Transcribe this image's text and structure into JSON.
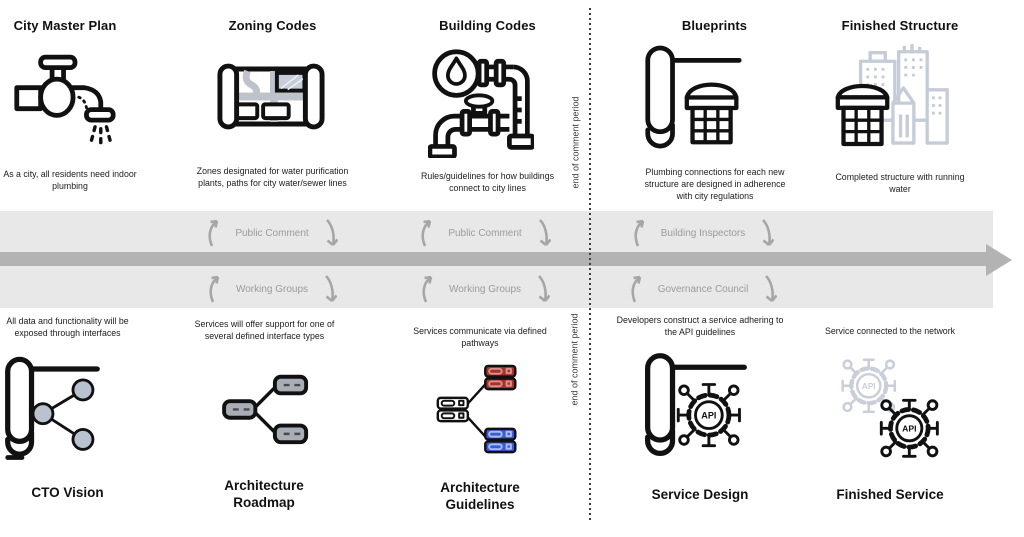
{
  "top_row": [
    {
      "title": "City Master Plan",
      "icon": "faucet-icon",
      "description": "As a city, all residents need indoor plumbing"
    },
    {
      "title": "Zoning Codes",
      "icon": "zoning-map-icon",
      "description": "Zones designated for water purification plants, paths for city water/sewer lines"
    },
    {
      "title": "Building Codes",
      "icon": "pipes-icon",
      "description": "Rules/guidelines for how buildings connect to city  lines"
    },
    {
      "title": "Blueprints",
      "icon": "blueprint-building-icon",
      "description": "Plumbing connections for each new structure are designed in adherence with city regulations"
    },
    {
      "title": "Finished Structure",
      "icon": "city-skyline-icon",
      "description": "Completed structure with running water"
    }
  ],
  "bottom_row": [
    {
      "label": "CTO Vision",
      "icon": "scroll-share-nodes-icon",
      "description": "All data and functionality will be exposed through interfaces"
    },
    {
      "label": "Architecture Roadmap",
      "icon": "branching-nodes-icon",
      "description": "Services will offer support for one of several defined interface types"
    },
    {
      "label": "Architecture Guidelines",
      "icon": "connected-servers-icon",
      "description": "Services communicate via defined pathways"
    },
    {
      "label": "Service Design",
      "icon": "scroll-api-gear-icon",
      "description": "Developers construct a service adhering to the API guidelines"
    },
    {
      "label": "Finished Service",
      "icon": "api-network-icon",
      "description": "Service connected to the network"
    }
  ],
  "timeline": {
    "groups": [
      {
        "top_label": "Public Comment",
        "bottom_label": "Working Groups"
      },
      {
        "top_label": "Public Comment",
        "bottom_label": "Working Groups"
      },
      {
        "top_label": "Building Inspectors",
        "bottom_label": "Governance Council"
      }
    ]
  },
  "divider": {
    "label": "end of comment period"
  },
  "api_text": "API",
  "colors": {
    "band_light": "#e8e8e8",
    "band_bar": "#b3b3b3",
    "band_text": "#9b9b9b",
    "server_red": "#a93226",
    "server_blue": "#3c5cd7",
    "node_gray": "#b9c2cf",
    "faded_structure": "#c5cbd7",
    "faded_gear": "#c9ced9",
    "ink": "#111111"
  }
}
